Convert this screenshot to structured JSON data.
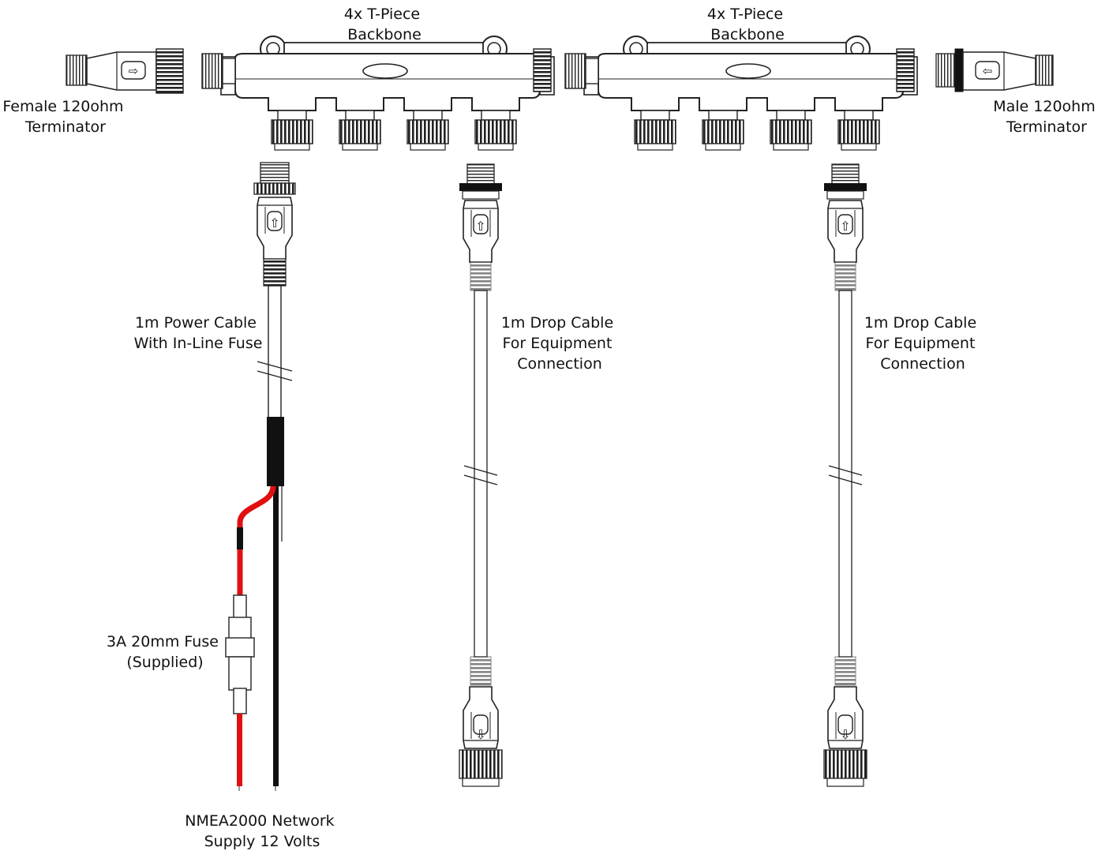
{
  "labels": {
    "backbone_left": [
      "4x T-Piece",
      "Backbone"
    ],
    "backbone_right": [
      "4x T-Piece",
      "Backbone"
    ],
    "female_terminator": [
      "Female 120ohm",
      "Terminator"
    ],
    "male_terminator": [
      "Male 120ohm",
      "Terminator"
    ],
    "power_cable": [
      "1m Power Cable",
      "With In-Line Fuse"
    ],
    "drop_cable_1": [
      "1m Drop Cable",
      "For Equipment",
      "Connection"
    ],
    "drop_cable_2": [
      "1m Drop Cable",
      "For Equipment",
      "Connection"
    ],
    "fuse": [
      "3A 20mm Fuse",
      "(Supplied)"
    ],
    "supply": [
      "NMEA2000 Network",
      "Supply 12 Volts"
    ]
  },
  "colors": {
    "outline": "#222222",
    "red_wire": "#e01010",
    "black_wire": "#111111"
  }
}
